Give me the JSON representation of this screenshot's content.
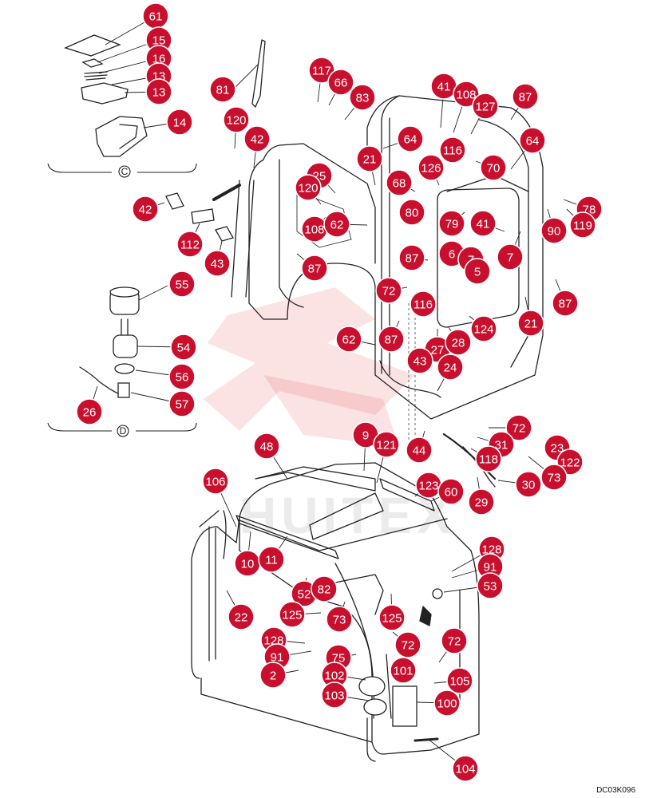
{
  "document_code": "DC03K096",
  "watermark_text": "HUITEX",
  "section_labels": [
    "C",
    "D"
  ],
  "callout_color": "#c8102e",
  "callouts": [
    {
      "label": "61"
    },
    {
      "label": "15"
    },
    {
      "label": "16"
    },
    {
      "label": "13"
    },
    {
      "label": "13"
    },
    {
      "label": "14"
    },
    {
      "label": "81"
    },
    {
      "label": "120"
    },
    {
      "label": "42"
    },
    {
      "label": "117"
    },
    {
      "label": "66"
    },
    {
      "label": "83"
    },
    {
      "label": "41"
    },
    {
      "label": "108"
    },
    {
      "label": "127"
    },
    {
      "label": "87"
    },
    {
      "label": "64"
    },
    {
      "label": "64"
    },
    {
      "label": "21"
    },
    {
      "label": "116"
    },
    {
      "label": "126"
    },
    {
      "label": "70"
    },
    {
      "label": "25"
    },
    {
      "label": "120"
    },
    {
      "label": "68"
    },
    {
      "label": "42"
    },
    {
      "label": "80"
    },
    {
      "label": "78"
    },
    {
      "label": "108"
    },
    {
      "label": "62"
    },
    {
      "label": "79"
    },
    {
      "label": "41"
    },
    {
      "label": "90"
    },
    {
      "label": "119"
    },
    {
      "label": "112"
    },
    {
      "label": "43"
    },
    {
      "label": "87"
    },
    {
      "label": "87"
    },
    {
      "label": "6"
    },
    {
      "label": "7"
    },
    {
      "label": "7"
    },
    {
      "label": "5"
    },
    {
      "label": "55"
    },
    {
      "label": "72"
    },
    {
      "label": "116"
    },
    {
      "label": "87"
    },
    {
      "label": "21"
    },
    {
      "label": "124"
    },
    {
      "label": "54"
    },
    {
      "label": "62"
    },
    {
      "label": "87"
    },
    {
      "label": "27"
    },
    {
      "label": "28"
    },
    {
      "label": "56"
    },
    {
      "label": "43"
    },
    {
      "label": "24"
    },
    {
      "label": "26"
    },
    {
      "label": "57"
    },
    {
      "label": "48"
    },
    {
      "label": "9"
    },
    {
      "label": "121"
    },
    {
      "label": "72"
    },
    {
      "label": "31"
    },
    {
      "label": "23"
    },
    {
      "label": "44"
    },
    {
      "label": "118"
    },
    {
      "label": "122"
    },
    {
      "label": "73"
    },
    {
      "label": "106"
    },
    {
      "label": "123"
    },
    {
      "label": "60"
    },
    {
      "label": "30"
    },
    {
      "label": "29"
    },
    {
      "label": "128"
    },
    {
      "label": "10"
    },
    {
      "label": "11"
    },
    {
      "label": "91"
    },
    {
      "label": "53"
    },
    {
      "label": "52"
    },
    {
      "label": "82"
    },
    {
      "label": "22"
    },
    {
      "label": "125"
    },
    {
      "label": "73"
    },
    {
      "label": "125"
    },
    {
      "label": "128"
    },
    {
      "label": "72"
    },
    {
      "label": "72"
    },
    {
      "label": "91"
    },
    {
      "label": "75"
    },
    {
      "label": "101"
    },
    {
      "label": "2"
    },
    {
      "label": "102"
    },
    {
      "label": "105"
    },
    {
      "label": "103"
    },
    {
      "label": "100"
    },
    {
      "label": "104"
    }
  ]
}
